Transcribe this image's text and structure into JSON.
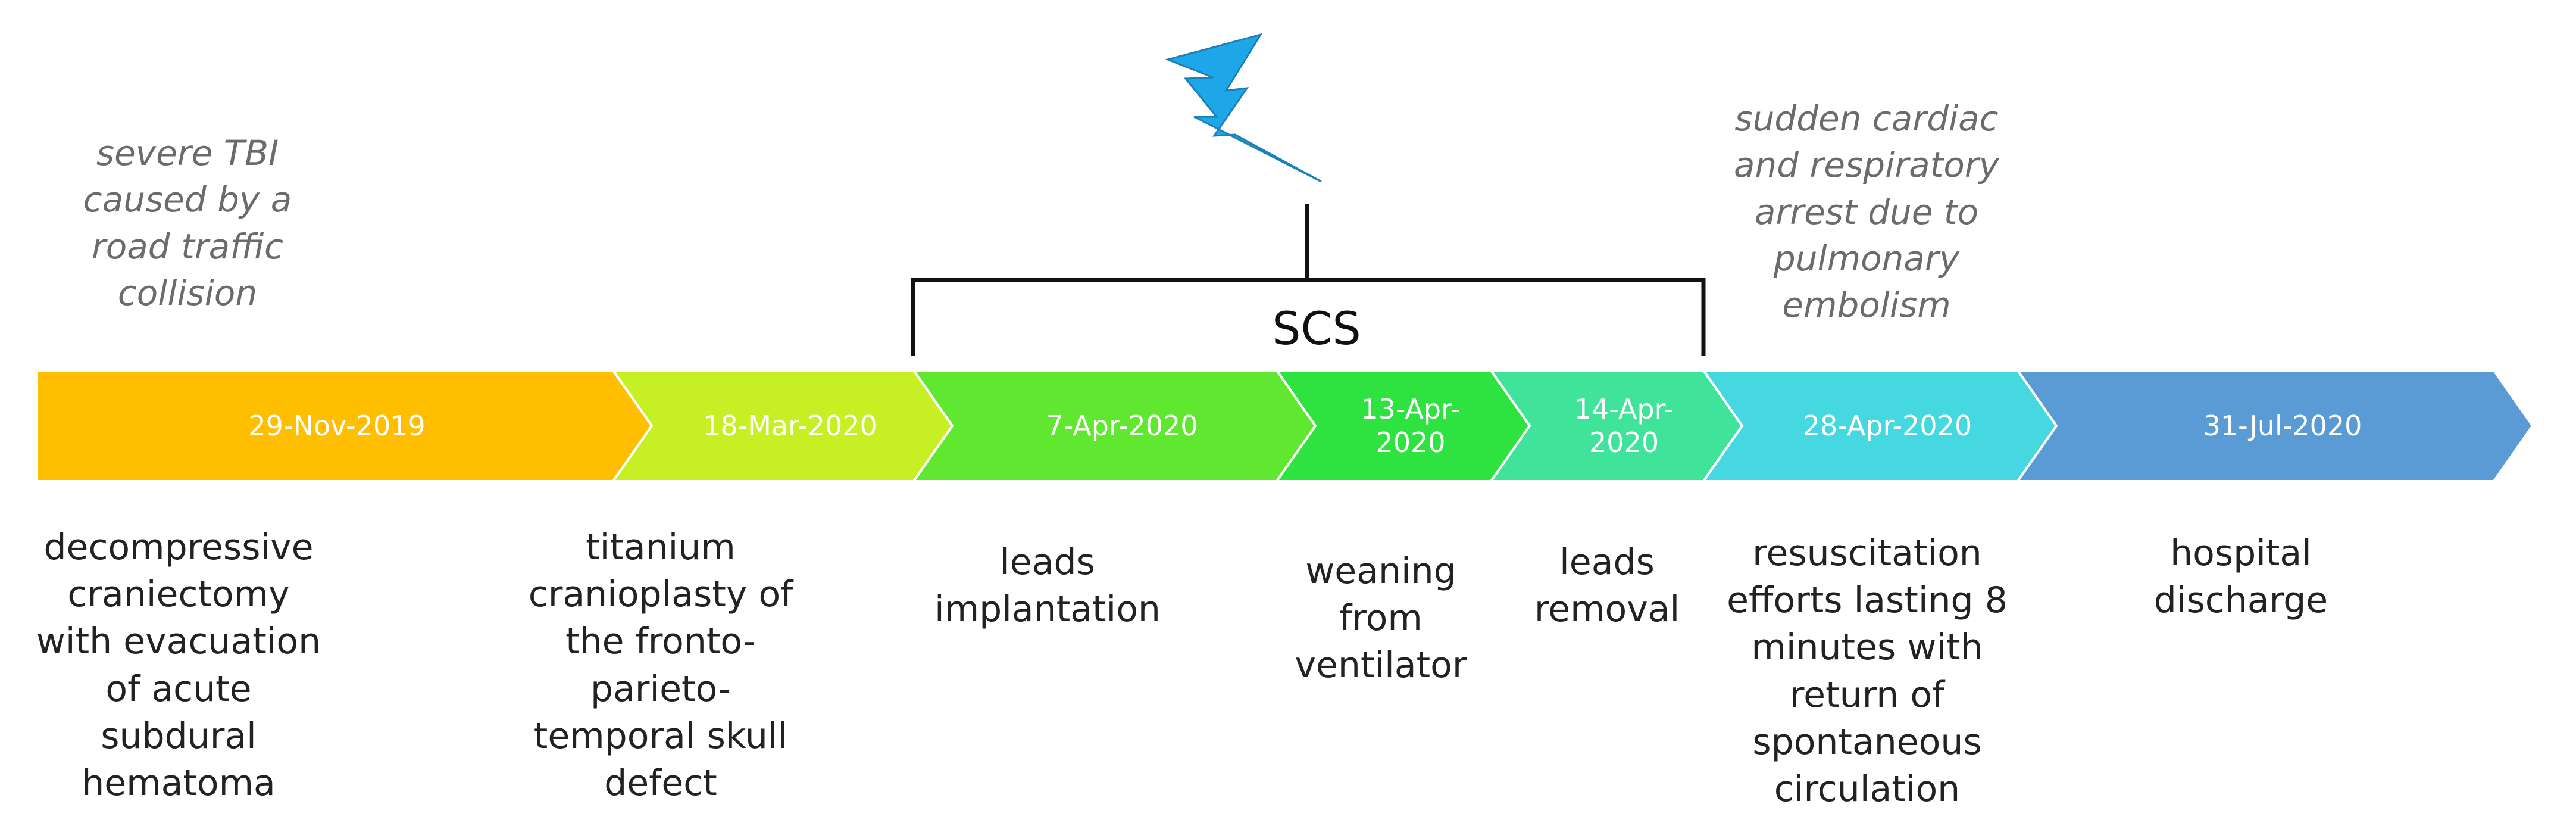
{
  "annotations": {
    "injury": "severe TBI\ncaused by a\nroad traffic\ncollision",
    "arrest": "sudden cardiac\nand respiratory\narrest due to\npulmonary\nembolism"
  },
  "scs_label": "SCS",
  "events": [
    {
      "date": "29-Nov-2019",
      "description": "decompressive\ncraniectomy\nwith evacuation\nof acute\nsubdural\nhematoma",
      "color": "#FFBF00"
    },
    {
      "date": "18-Mar-2020",
      "description": "titanium\ncranioplasty of\nthe fronto-\nparieto-\ntemporal skull\ndefect",
      "color": "#C6F024"
    },
    {
      "date": "7-Apr-2020",
      "description": "leads\nimplantation",
      "color": "#5FE82F"
    },
    {
      "date": "13-Apr-\n2020",
      "description": "weaning\nfrom\nventilator",
      "color": "#2EE33F"
    },
    {
      "date": "14-Apr-\n2020",
      "description": "leads\nremoval",
      "color": "#3FE39A"
    },
    {
      "date": "28-Apr-2020",
      "description": "resuscitation\nefforts lasting 8\nminutes with\nreturn of\nspontaneous\ncirculation",
      "color": "#45D8E0"
    },
    {
      "date": "31-Jul-2020",
      "description": "hospital\ndischarge",
      "color": "#5B9BD5"
    }
  ],
  "icons": {
    "lightning": "lightning-bolt-icon",
    "lightning_color": "#1EA7E8"
  }
}
